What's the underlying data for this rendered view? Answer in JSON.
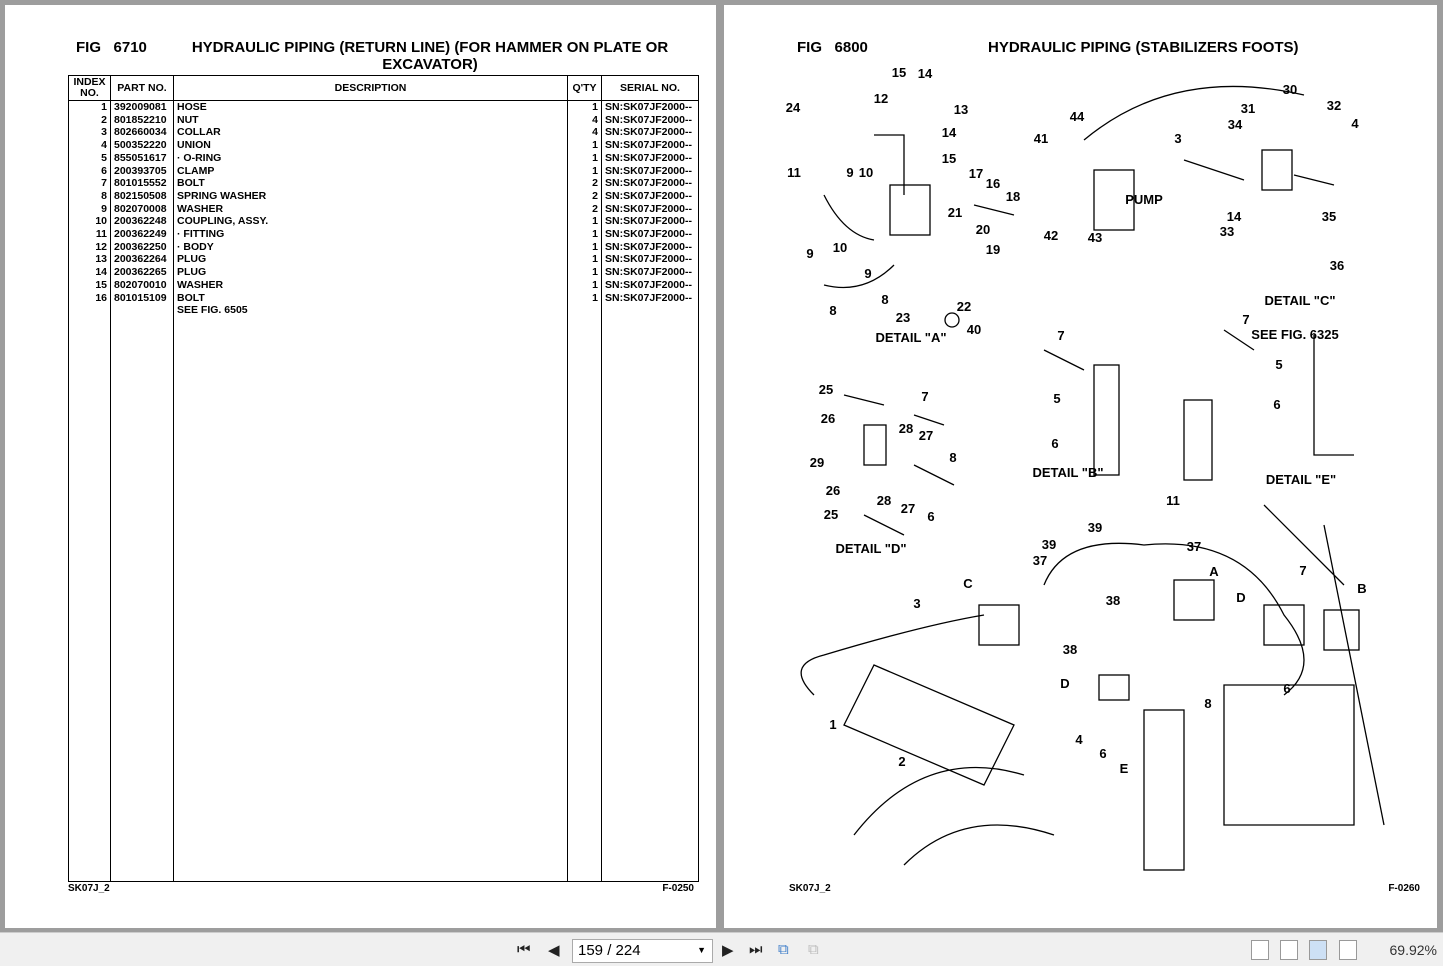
{
  "left_page": {
    "fig_label": "FIG",
    "fig_no": "6710",
    "title": "HYDRAULIC PIPING (RETURN LINE) (FOR HAMMER ON PLATE OR EXCAVATOR)",
    "headers": [
      "INDEX NO.",
      "PART NO.",
      "DESCRIPTION",
      "Q'TY",
      "SERIAL NO."
    ],
    "rows": [
      [
        "1",
        "392009081",
        "HOSE",
        "1",
        "SN:SK07JF2000--"
      ],
      [
        "2",
        "801852210",
        "NUT",
        "4",
        "SN:SK07JF2000--"
      ],
      [
        "3",
        "802660034",
        "COLLAR",
        "4",
        "SN:SK07JF2000--"
      ],
      [
        "4",
        "500352220",
        "UNION",
        "1",
        "SN:SK07JF2000--"
      ],
      [
        "5",
        "855051617",
        "·  O-RING",
        "1",
        "SN:SK07JF2000--"
      ],
      [
        "6",
        "200393705",
        "CLAMP",
        "1",
        "SN:SK07JF2000--"
      ],
      [
        "7",
        "801015552",
        "BOLT",
        "2",
        "SN:SK07JF2000--"
      ],
      [
        "8",
        "802150508",
        "SPRING WASHER",
        "2",
        "SN:SK07JF2000--"
      ],
      [
        "9",
        "802070008",
        "WASHER",
        "2",
        "SN:SK07JF2000--"
      ],
      [
        "10",
        "200362248",
        "COUPLING, ASSY.",
        "1",
        "SN:SK07JF2000--"
      ],
      [
        "11",
        "200362249",
        "·  FITTING",
        "1",
        "SN:SK07JF2000--"
      ],
      [
        "12",
        "200362250",
        "·  BODY",
        "1",
        "SN:SK07JF2000--"
      ],
      [
        "13",
        "200362264",
        "PLUG",
        "1",
        "SN:SK07JF2000--"
      ],
      [
        "14",
        "200362265",
        "PLUG",
        "1",
        "SN:SK07JF2000--"
      ],
      [
        "15",
        "802070010",
        "WASHER",
        "1",
        "SN:SK07JF2000--"
      ],
      [
        "16",
        "801015109",
        "BOLT",
        "1",
        "SN:SK07JF2000--"
      ],
      [
        "",
        "",
        "SEE FIG. 6505",
        "",
        ""
      ]
    ],
    "footer_left": "SK07J_2",
    "footer_right": "F-0250"
  },
  "right_page": {
    "fig_label": "FIG",
    "fig_no": "6800",
    "title": "HYDRAULIC PIPING (STABILIZERS FOOTS)",
    "labels": [
      "15",
      "14",
      "12",
      "13",
      "14",
      "15",
      "24",
      "11",
      "9",
      "10",
      "17",
      "16",
      "18",
      "21",
      "20",
      "19",
      "9",
      "10",
      "9",
      "8",
      "23",
      "22",
      "40",
      "8",
      "DETAIL \"A\"",
      "44",
      "41",
      "3",
      "30",
      "31",
      "32",
      "34",
      "4",
      "PUMP",
      "35",
      "14",
      "33",
      "42",
      "43",
      "36",
      "DETAIL \"C\"",
      "7",
      "7",
      "SEE FIG. 6325",
      "5",
      "5",
      "6",
      "6",
      "DETAIL \"B\"",
      "DETAIL \"E\"",
      "25",
      "7",
      "26",
      "28",
      "27",
      "29",
      "8",
      "26",
      "28",
      "27",
      "25",
      "6",
      "DETAIL \"D\"",
      "11",
      "39",
      "39",
      "37",
      "37",
      "C",
      "A",
      "38",
      "3",
      "D",
      "7",
      "B",
      "38",
      "D",
      "6",
      "1",
      "8",
      "4",
      "6",
      "2",
      "E"
    ],
    "footer_left": "SK07J_2",
    "footer_right": "F-0260"
  },
  "toolbar": {
    "page_value": "159 / 224",
    "zoom": "69.92%"
  }
}
